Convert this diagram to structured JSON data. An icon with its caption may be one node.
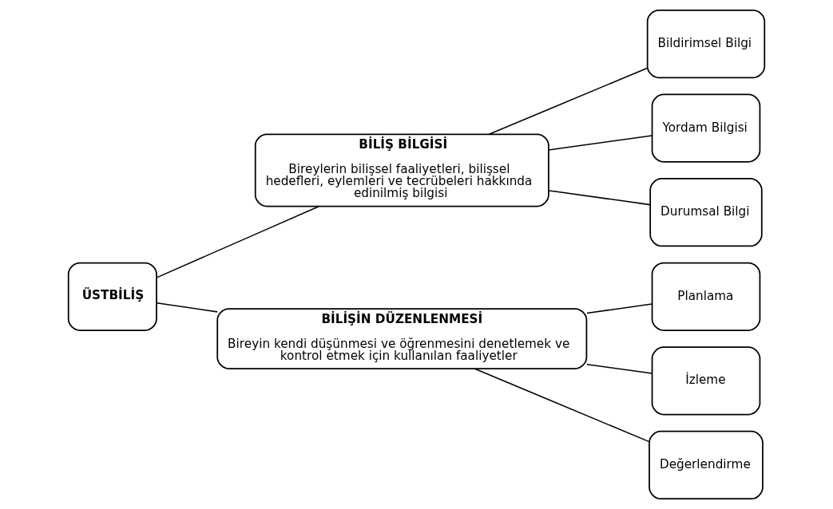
{
  "diagram": {
    "nodes": [
      {
        "text": [
          "ÜSTBİLİŞ"
        ]
      },
      {
        "text": [
          "BİLİŞ BİLGİSİ",
          "Bireylerin bilişsel faaliyetleri, bilişsel hedefleri, eylemleri ve tecrübeleri hakkında edinilmiş bilgisi"
        ]
      },
      {
        "text": [
          "Bildirimsel Bilgi"
        ]
      },
      {
        "text": [
          "Yordam Bilgisi"
        ]
      },
      {
        "text": [
          "Durumsal Bilgi"
        ]
      },
      {
        "text": [
          "BİLİŞİN DÜZENLENMESİ",
          "Bireyin kendi düşünmesi ve öğrenmesini denetlemek ve kontrol etmek için kullanılan faaliyetler"
        ]
      },
      {
        "text": [
          "Planlama"
        ]
      },
      {
        "text": [
          "İzleme"
        ]
      },
      {
        "text": [
          "Değerlendirme"
        ]
      }
    ],
    "edges": [
      {
        "from": 0,
        "to": 1,
        "arrow": "none"
      },
      {
        "from": 0,
        "to": 5,
        "arrow": "none"
      },
      {
        "from": 1,
        "to": 2,
        "arrow": "none"
      },
      {
        "from": 1,
        "to": 3,
        "arrow": "none"
      },
      {
        "from": 1,
        "to": 4,
        "arrow": "none"
      },
      {
        "from": 5,
        "to": 6,
        "arrow": "none"
      },
      {
        "from": 5,
        "to": 7,
        "arrow": "none"
      },
      {
        "from": 5,
        "to": 8,
        "arrow": "none"
      }
    ]
  }
}
